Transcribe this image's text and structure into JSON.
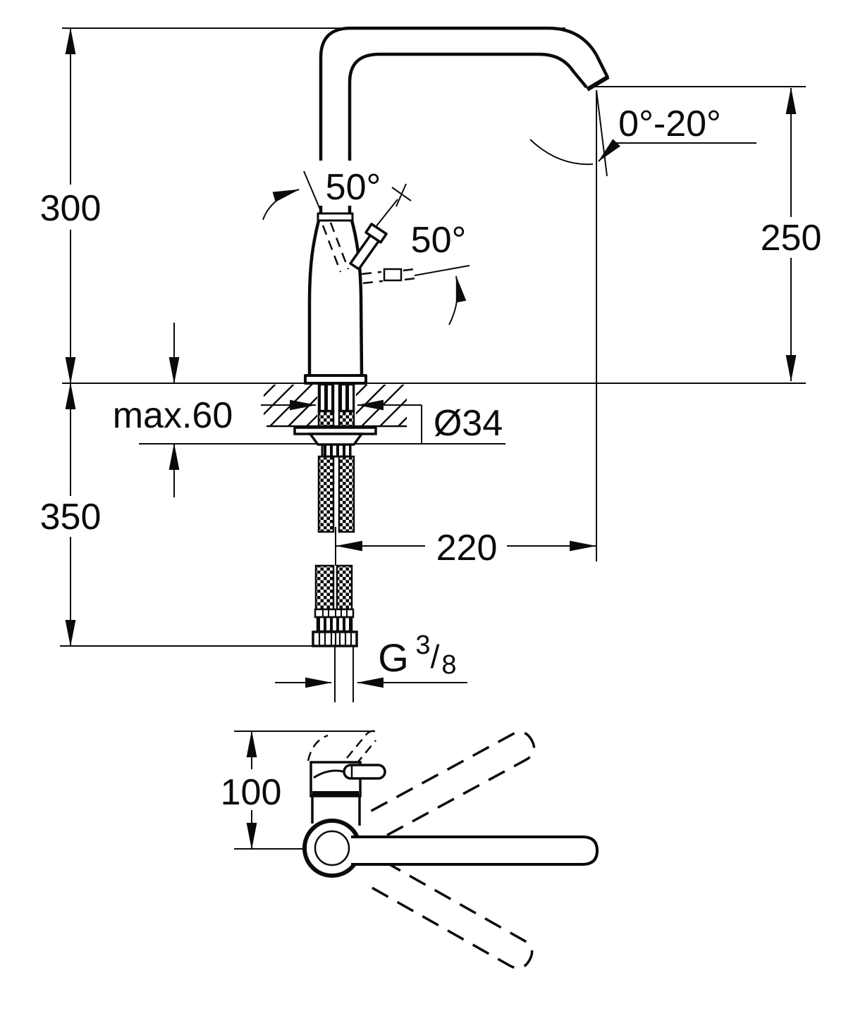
{
  "meta": {
    "drawing_type": "technical installation dimension drawing",
    "subject": "single-lever kitchen mixer tap, side view and plan view",
    "background_color": "#ffffff",
    "line_color": "#000000"
  },
  "side_view": {
    "height_to_spout_top": "300",
    "spout_outlet_height": "250",
    "outlet_swivel_range": "0°-20°",
    "handle_opening_angle": "50°",
    "handle_side_angle": "50°",
    "max_deck_thickness": "max.60",
    "hole_diameter": "Ø34",
    "below_deck_length": "350",
    "spout_reach": "220",
    "supply_thread": {
      "g": "G",
      "numerator": "3",
      "slash": "/",
      "denominator": "8"
    }
  },
  "plan_view": {
    "body_depth": "100"
  }
}
